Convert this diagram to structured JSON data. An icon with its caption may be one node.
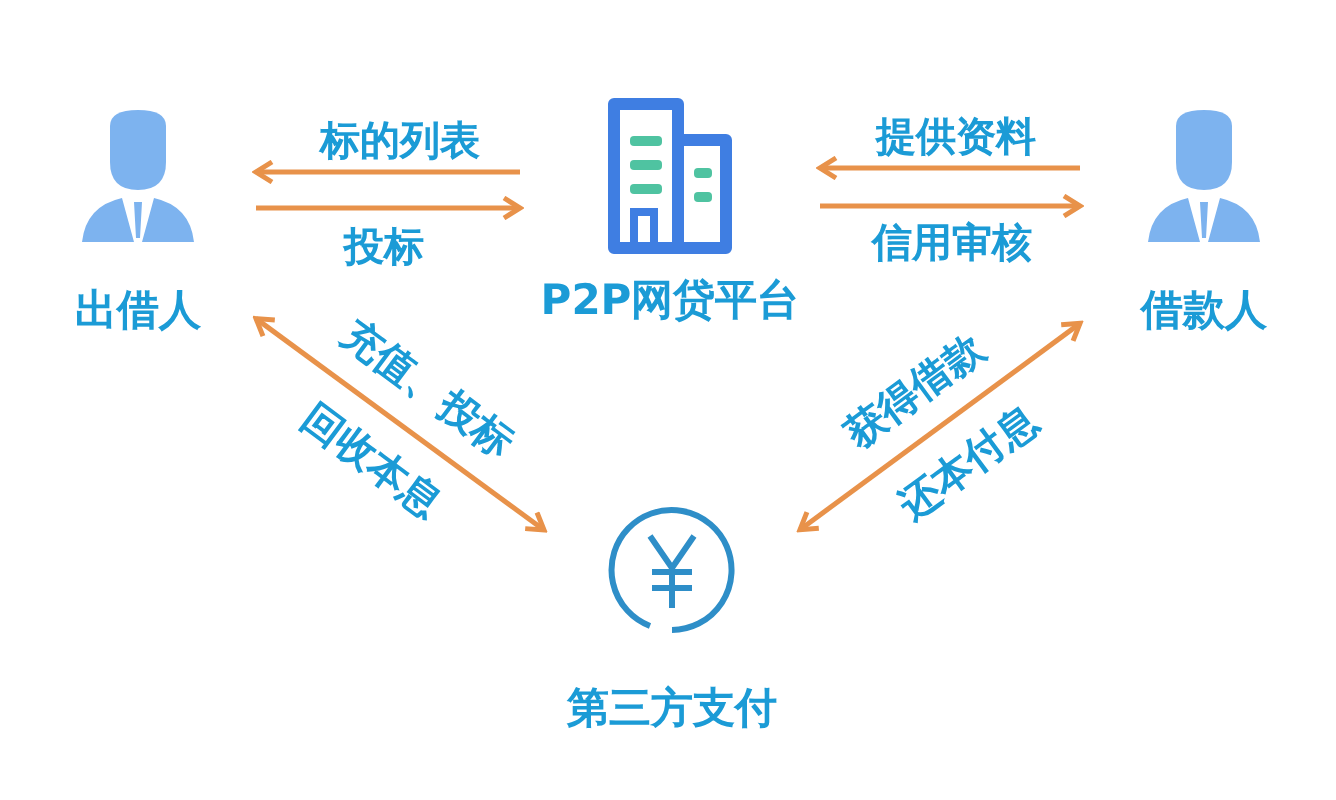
{
  "diagram": {
    "nodes": [
      {
        "text": [
          "出借人"
        ]
      },
      {
        "text": [
          "P2P网贷平台"
        ]
      },
      {
        "text": [
          "借款人"
        ]
      },
      {
        "text": [
          "第三方支付"
        ]
      }
    ],
    "edges": [
      {
        "from": 1,
        "to": 0,
        "arrow": "to",
        "label": "标的列表"
      },
      {
        "from": 0,
        "to": 1,
        "arrow": "to",
        "label": "投标"
      },
      {
        "from": 2,
        "to": 1,
        "arrow": "to",
        "label": "提供资料"
      },
      {
        "from": 1,
        "to": 2,
        "arrow": "to",
        "label": "信用审核"
      },
      {
        "from": 0,
        "to": 3,
        "arrow": "both",
        "label": "充值、投标"
      },
      {
        "from": 2,
        "to": 3,
        "arrow": "both",
        "label": "获得借款"
      }
    ],
    "labels": [
      "回收本息",
      "还本付息"
    ]
  }
}
